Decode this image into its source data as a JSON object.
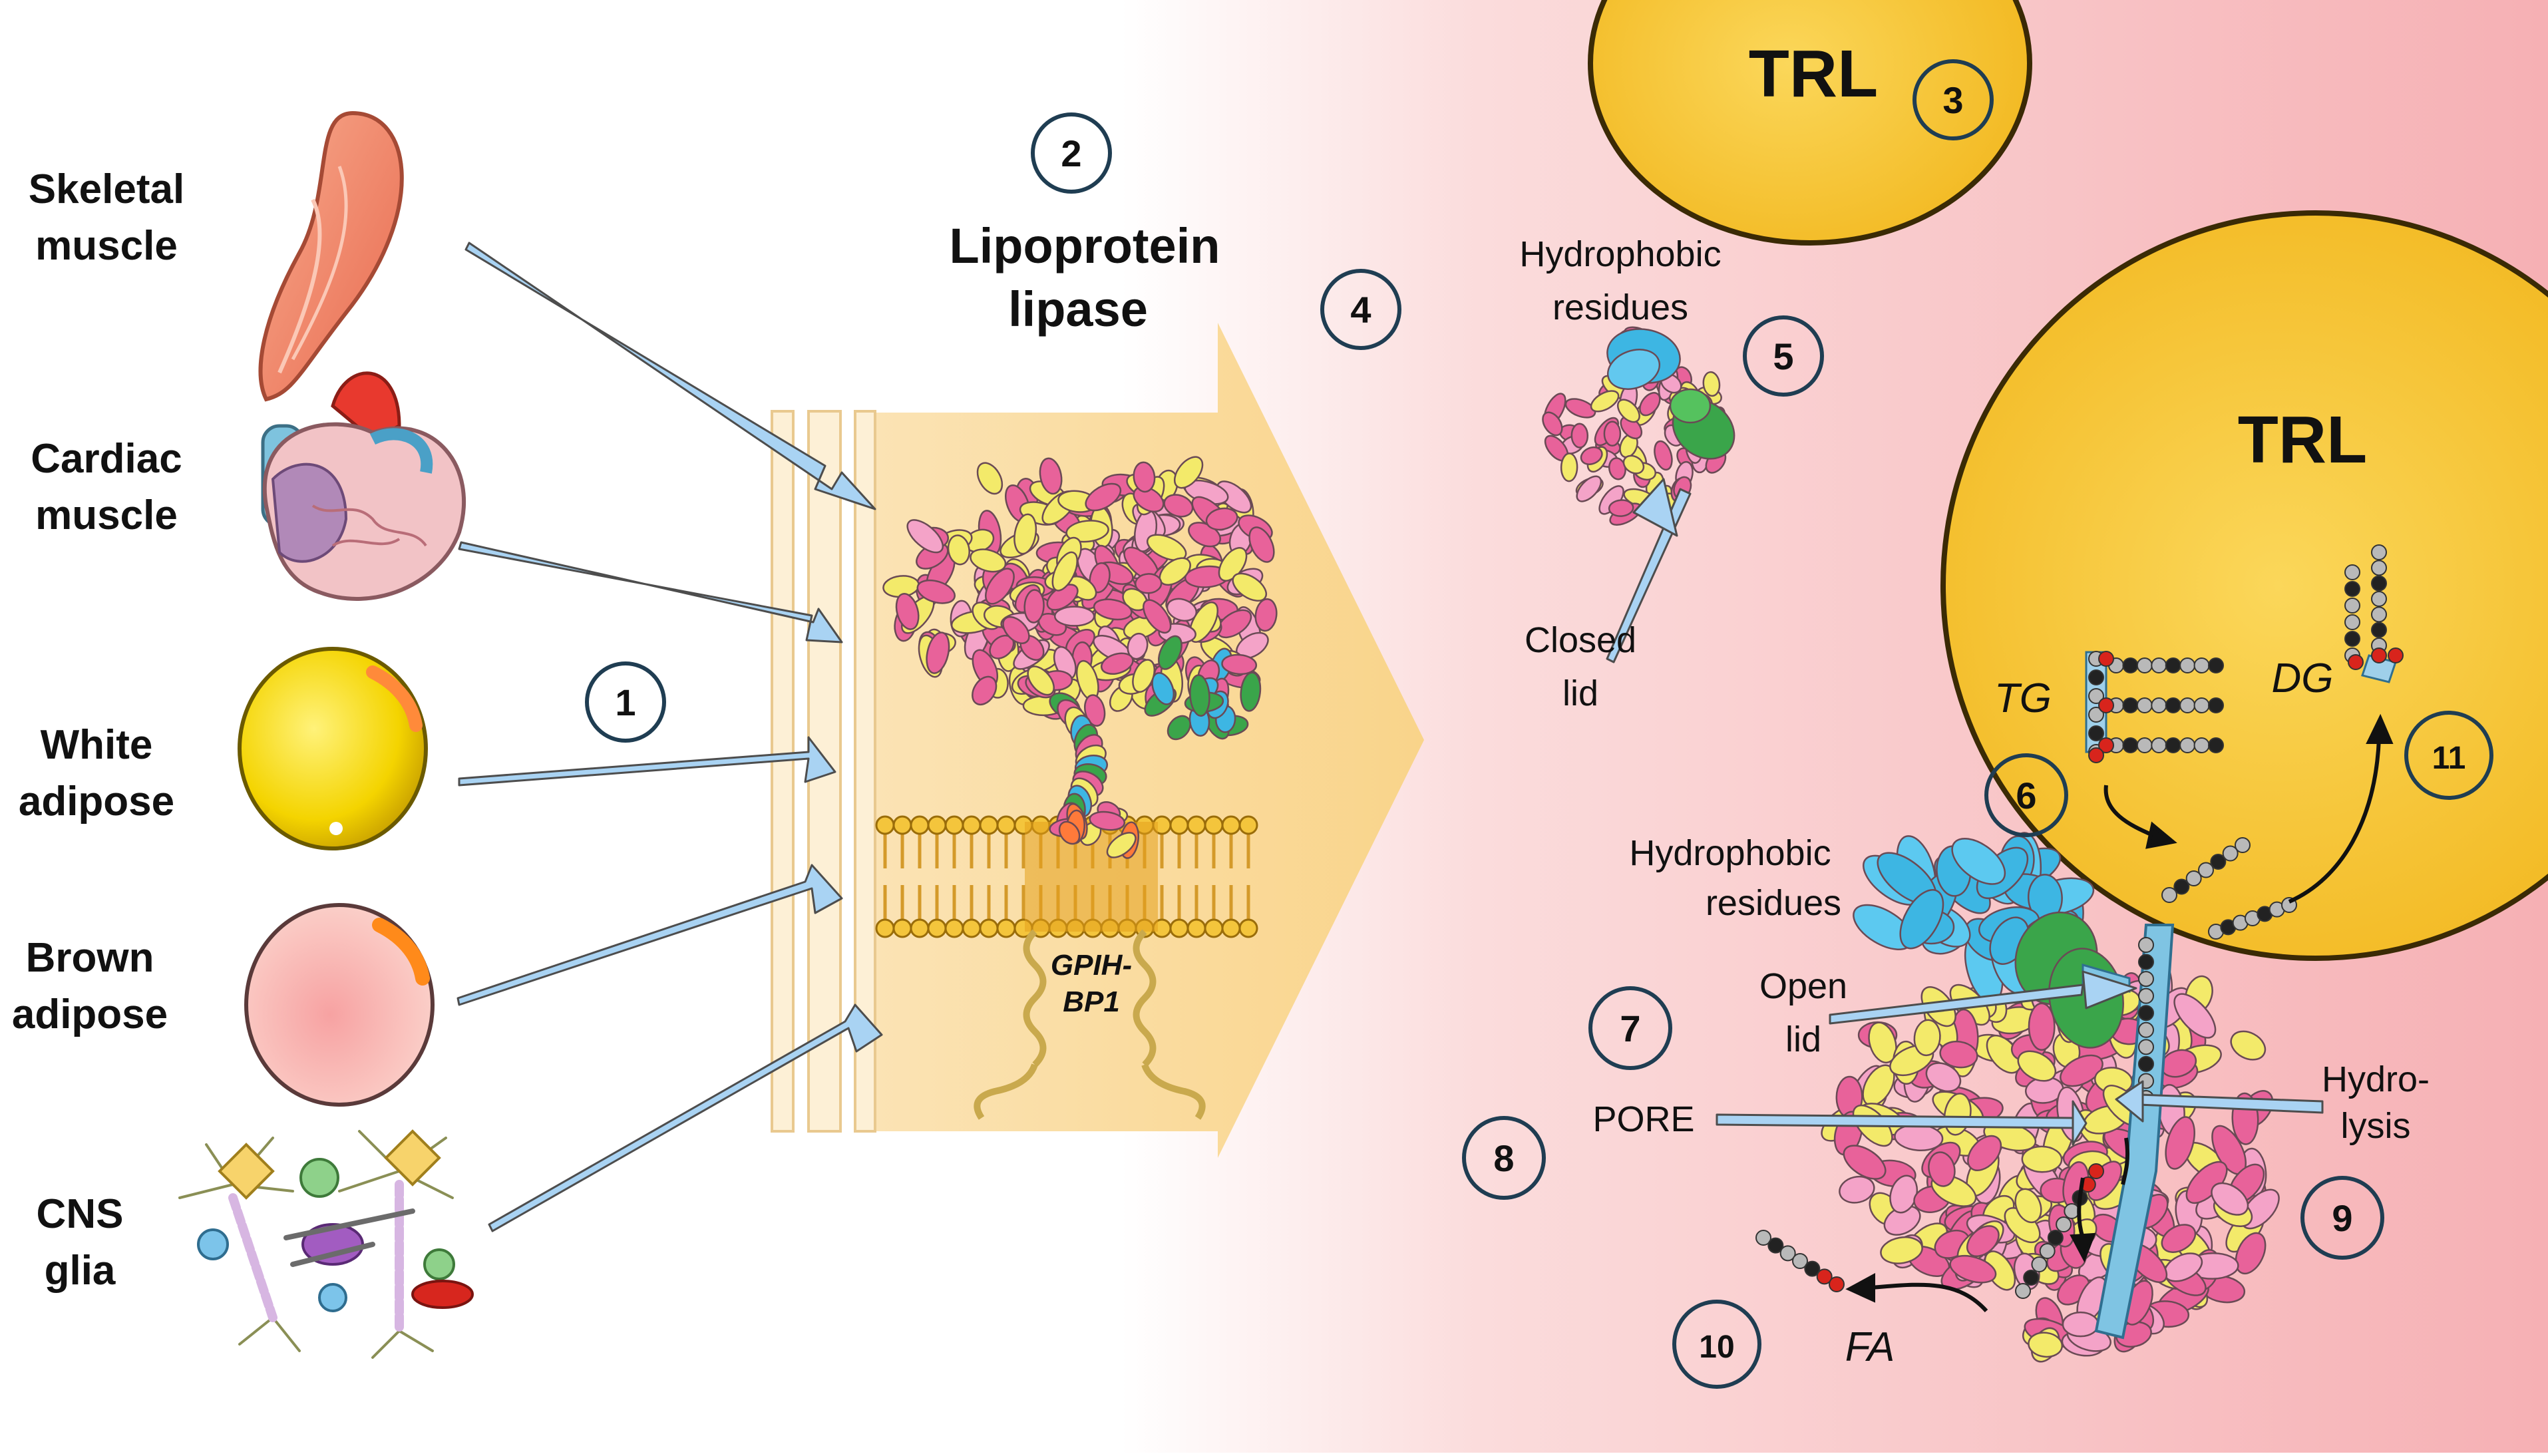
{
  "tissues": [
    {
      "line1": "Skeletal",
      "line2": "muscle"
    },
    {
      "line1": "Cardiac",
      "line2": "muscle"
    },
    {
      "line1": "White",
      "line2": "adipose"
    },
    {
      "line1": "Brown",
      "line2": "adipose"
    },
    {
      "line1": "CNS",
      "line2": "glia"
    }
  ],
  "enzyme": {
    "line1": "Lipoprotein",
    "line2": "lipase"
  },
  "anchor": {
    "line1": "GPIH-",
    "line2": "BP1"
  },
  "particles": {
    "top": "TRL",
    "main": "TRL"
  },
  "labels": {
    "hydrophobic_top_1": "Hydrophobic",
    "hydrophobic_top_2": "residues",
    "closed_lid_1": "Closed",
    "closed_lid_2": "lid",
    "hydrophobic_bottom_1": "Hydrophobic",
    "hydrophobic_bottom_2": "residues",
    "open_lid_1": "Open",
    "open_lid_2": "lid",
    "pore": "PORE",
    "hydrolysis_1": "Hydro-",
    "hydrolysis_2": "lysis",
    "tg": "TG",
    "dg": "DG",
    "fa": "FA"
  },
  "steps": [
    "1",
    "2",
    "3",
    "4",
    "5",
    "6",
    "7",
    "8",
    "9",
    "10",
    "11"
  ],
  "colors": {
    "arrow_blue": "#a9d3f3",
    "pink_zone": "#f7b4b8",
    "trl_yellow": "#f7c630",
    "membrane_panel": "#fbe2b0",
    "step_circle": "#1f3d52",
    "protein_pink": "#e8629a",
    "protein_yellow": "#f3ea6a",
    "protein_blue": "#3db6e3",
    "protein_green": "#3aa54a"
  }
}
